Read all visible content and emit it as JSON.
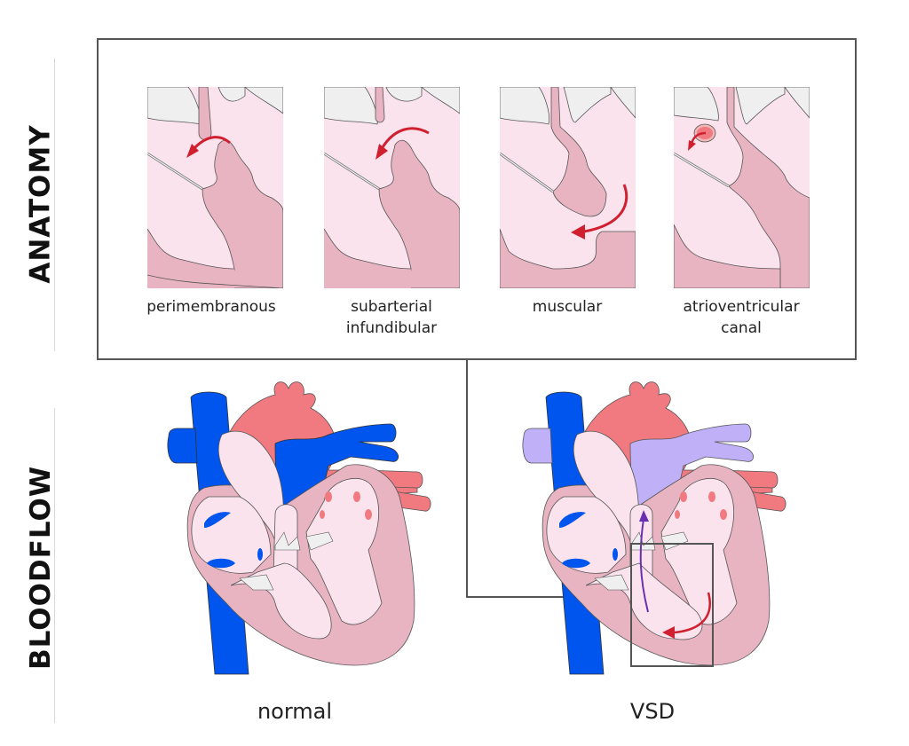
{
  "sections": {
    "anatomy": {
      "label": "ANATOMY"
    },
    "bloodflow": {
      "label": "BLOODFLOW"
    }
  },
  "anatomy_panels": [
    {
      "label_line1": "perimembranous",
      "label_line2": "",
      "arrow_color": "#d02030"
    },
    {
      "label_line1": "subarterial",
      "label_line2": "infundibular",
      "arrow_color": "#d02030"
    },
    {
      "label_line1": "muscular",
      "label_line2": "",
      "arrow_color": "#d02030"
    },
    {
      "label_line1": "atrioventricular",
      "label_line2": "canal",
      "arrow_color": "#d02030"
    }
  ],
  "hearts": [
    {
      "label": "normal"
    },
    {
      "label": "VSD"
    }
  ],
  "colors": {
    "chamber_fill": "#fbe3ee",
    "wall_fill": "#e8b4c2",
    "valve_fill": "#efefef",
    "aorta_red": "#f07a80",
    "vein_blue": "#0055ee",
    "mixed_purple": "#c0b0f8",
    "flow_arrow_red": "#d02030",
    "flow_arrow_purple": "#6a2fb0",
    "frame_gray": "#555555"
  }
}
